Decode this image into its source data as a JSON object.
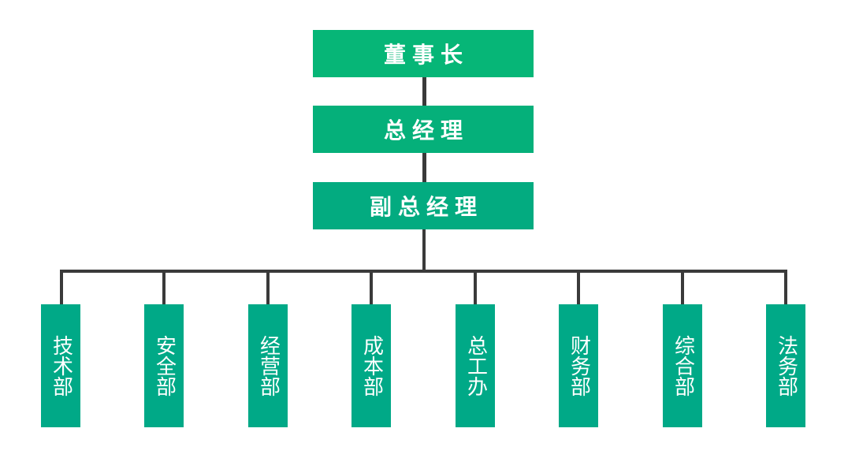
{
  "colors": {
    "box_fill_top": "#06b677",
    "box_fill_mid": "#05b07a",
    "box_fill_vp": "#03ab80",
    "dept_fill": "#00a987",
    "connector": "#3a3a3a",
    "text": "#ffffff"
  },
  "hierarchy": {
    "chairman": "董事长",
    "general_manager": "总经理",
    "deputy_general_manager": "副总经理"
  },
  "departments": [
    "技术部",
    "安全部",
    "经营部",
    "成本部",
    "总工办",
    "财务部",
    "综合部",
    "法务部"
  ]
}
